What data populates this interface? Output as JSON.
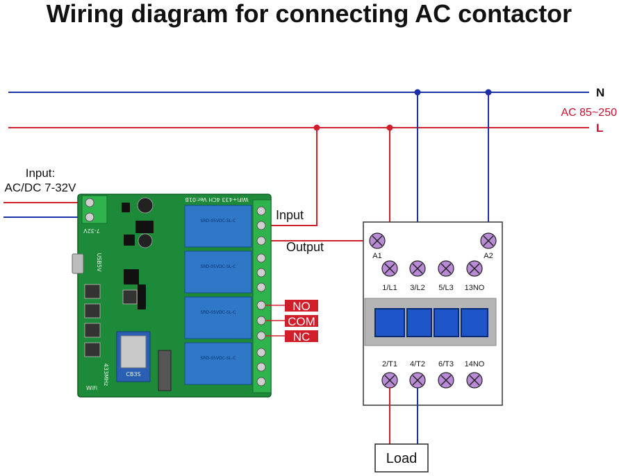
{
  "title": "Wiring diagram for connecting AC contactor",
  "lines": {
    "n_label": "N",
    "l_label": "L",
    "supply_voltage": "AC 85~250"
  },
  "board": {
    "input_power_label": "Input:",
    "input_power_value": "AC/DC 7-32V",
    "input_label": "Input",
    "output_label": "Output",
    "terminal_tags": [
      "NO",
      "COM",
      "NC"
    ],
    "silk_top": "WiFi+433 4CH Ver:01B",
    "silk_voltage": "7-32V",
    "silk_usb": "USB5V",
    "silk_freq": "433MHz",
    "silk_wifi": "WiFi",
    "relay_text": "SRD-05VDC-SL-C",
    "chip_label": "CB3S"
  },
  "contactor": {
    "coil_terminals": [
      "A1",
      "A2"
    ],
    "top_terminals": [
      "1/L1",
      "3/L2",
      "5/L3",
      "13NO"
    ],
    "bottom_terminals": [
      "2/T1",
      "4/T2",
      "6/T3",
      "14NO"
    ]
  },
  "load_label": "Load",
  "colors": {
    "neutral": "#1b2fa8",
    "live": "#d01f2b",
    "terminal": "#b98bd6",
    "pcb": "#1d8a3a",
    "relay": "#2f78c8"
  }
}
